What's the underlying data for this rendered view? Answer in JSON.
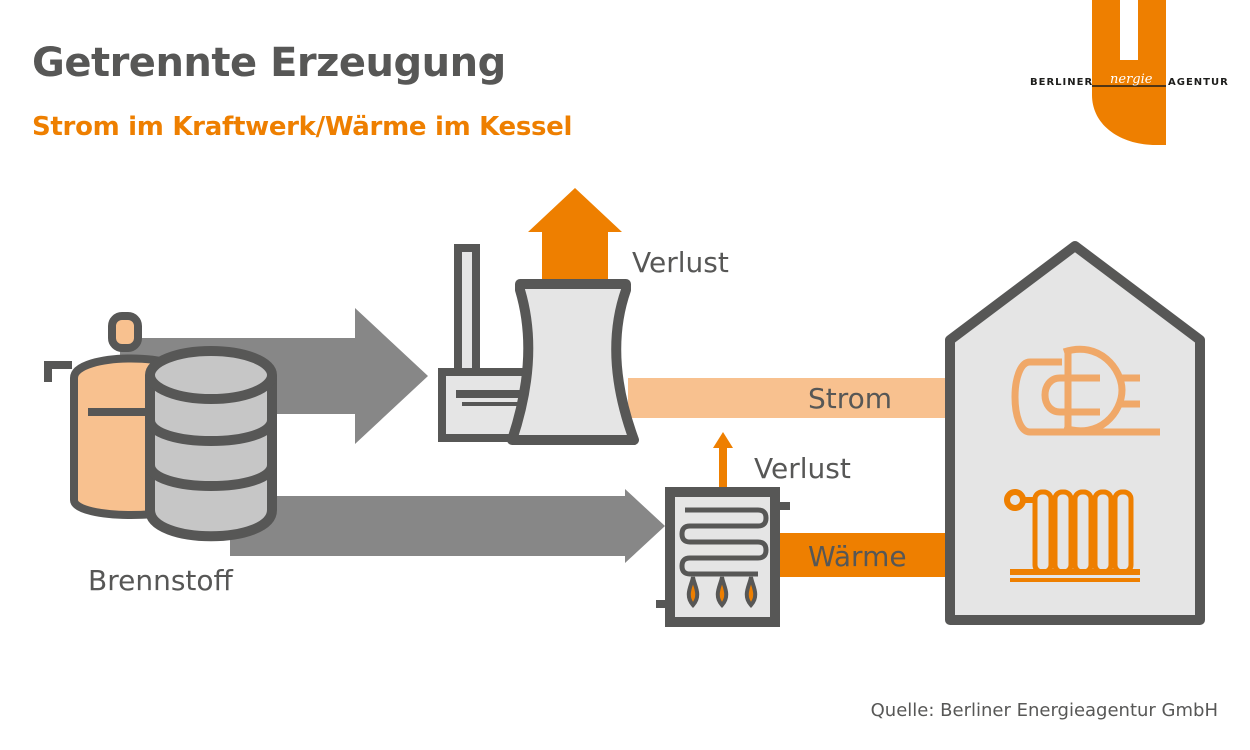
{
  "header": {
    "title": "Getrennte Erzeugung",
    "subtitle": "Strom im Kraftwerk/Wärme im Kessel"
  },
  "logo": {
    "left": "BERLINER",
    "middle": "nergie",
    "right": "AGENTUR"
  },
  "diagram": {
    "fuel_label": "Brennstoff",
    "power_plant_loss_label": "Verlust",
    "electricity_label": "Strom",
    "boiler_loss_label": "Verlust",
    "heat_label": "Wärme"
  },
  "footer": {
    "source": "Quelle: Berliner Energieagentur GmbH"
  },
  "colors": {
    "dark_gray": "#575756",
    "mid_gray": "#878787",
    "light_gray": "#e5e5e5",
    "orange": "#ee7f00",
    "light_orange": "#f8c18f"
  }
}
